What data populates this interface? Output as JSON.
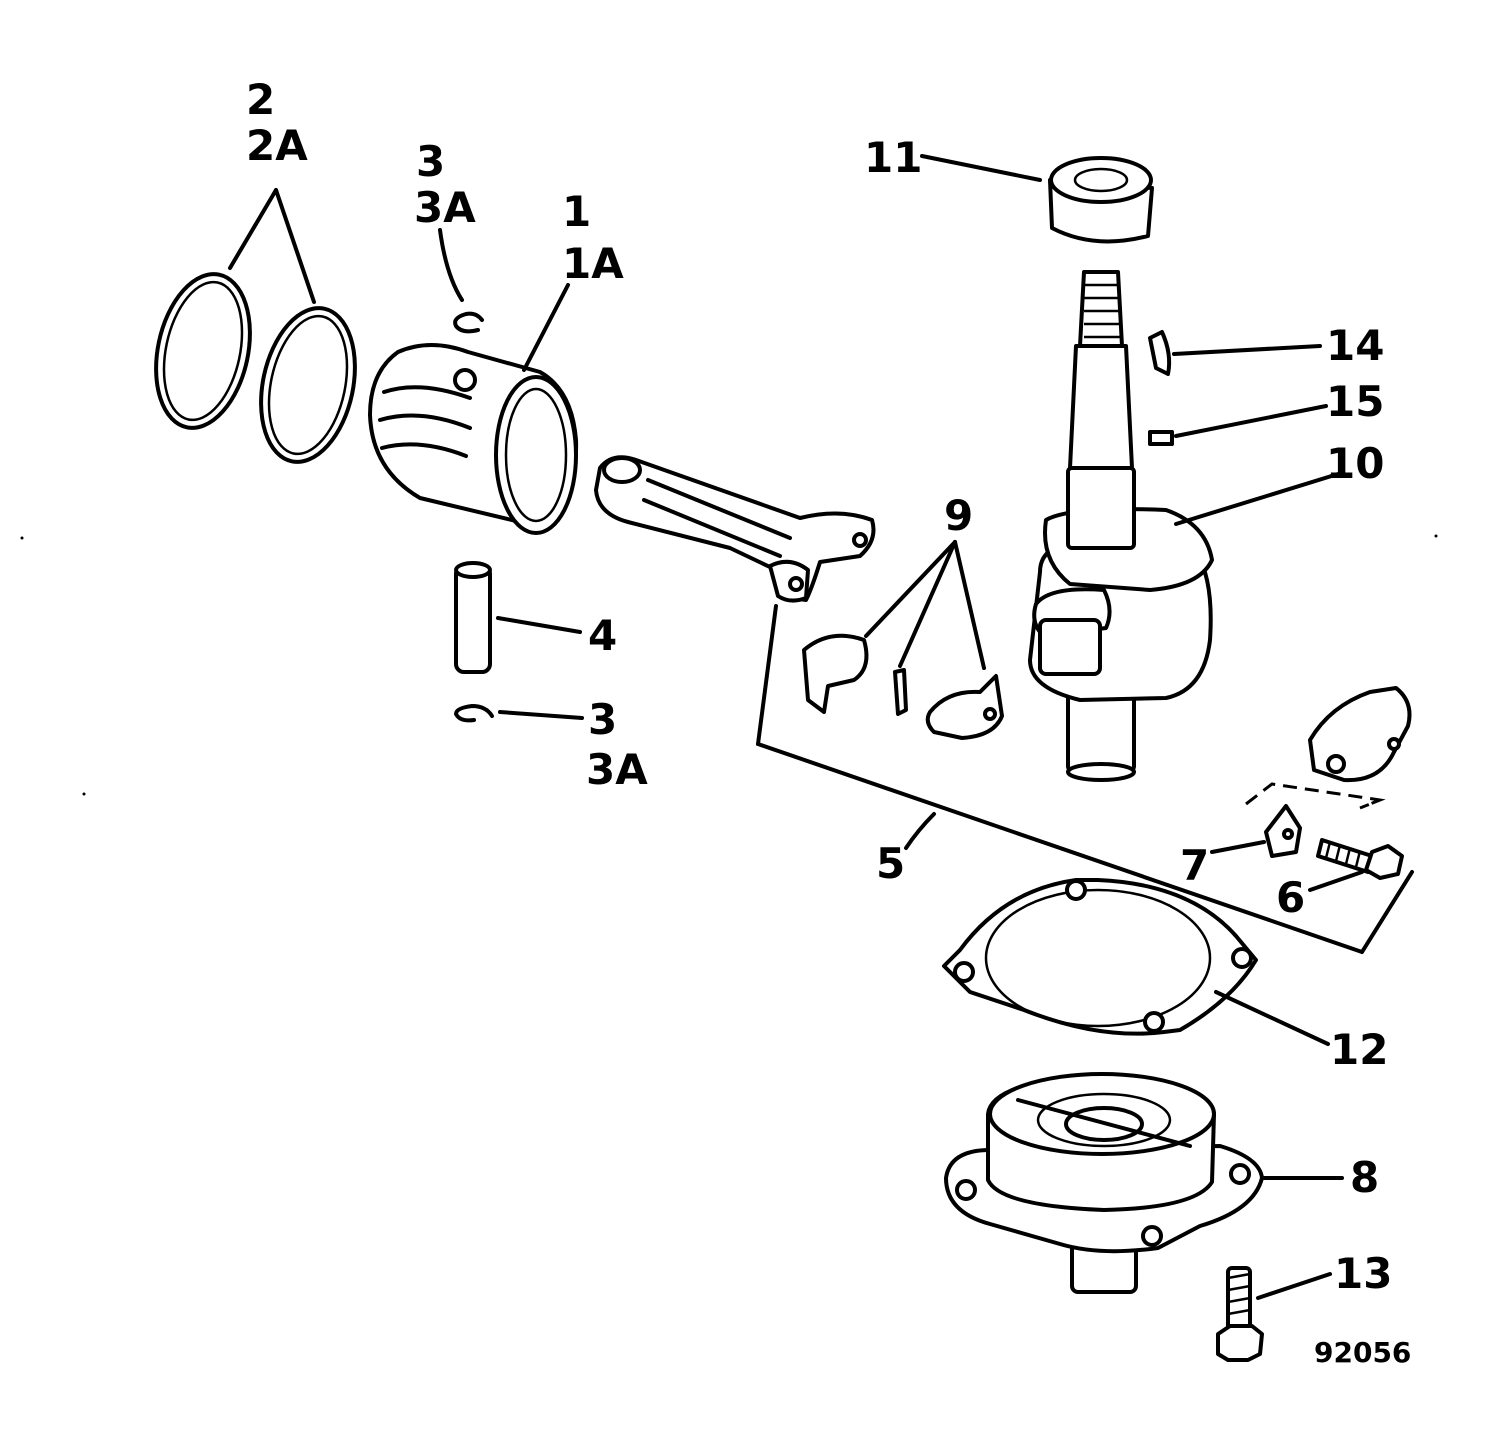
{
  "diagram": {
    "labels": {
      "l1": "1",
      "l1a": "1A",
      "l2": "2",
      "l2a": "2A",
      "l3top": "3",
      "l3atop": "3A",
      "l3bot": "3",
      "l3abot": "3A",
      "l4": "4",
      "l5": "5",
      "l6": "6",
      "l7": "7",
      "l8": "8",
      "l9": "9",
      "l10": "10",
      "l11": "11",
      "l12": "12",
      "l13": "13",
      "l14": "14",
      "l15": "15"
    },
    "figure_number": "92056"
  }
}
